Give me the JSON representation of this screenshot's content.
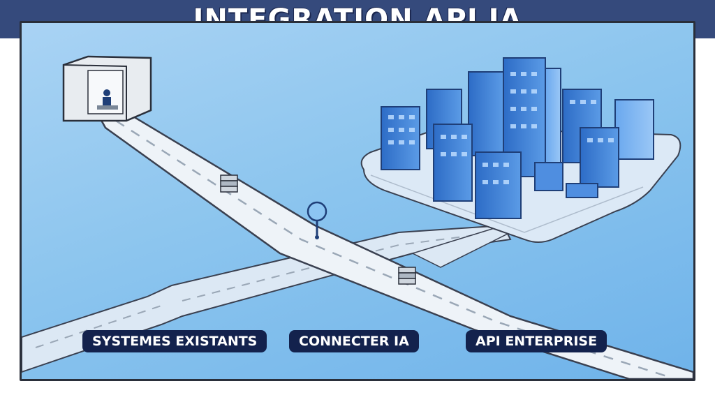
{
  "title": "INTEGRATION API IA",
  "labels": {
    "legacy": "SYSTEMES EXISTANTS",
    "connect": "CONNECTER IA",
    "api": "API ENTERPRISE"
  },
  "colors": {
    "title_bg": "#354a7c",
    "label_bg": "#13224d",
    "sky": "#8cc5ee",
    "road": "#eef3f8",
    "building": "#3d7fd6"
  },
  "icons": [
    "legacy-office-icon",
    "data-server-icon",
    "ai-connector-pin-icon",
    "city-skyline-icon"
  ]
}
